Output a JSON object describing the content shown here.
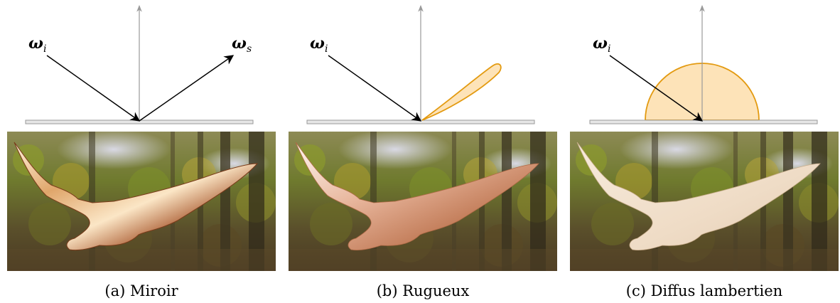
{
  "panels": [
    {
      "caption": "(a) Miroir",
      "incident_label": "ω",
      "incident_sub": "i",
      "scattered_label": "ω",
      "scattered_sub": "s",
      "lobe": "none",
      "surface": "gold-mirror"
    },
    {
      "caption": "(b) Rugueux",
      "incident_label": "ω",
      "incident_sub": "i",
      "lobe": "glossy",
      "surface": "rough-copper"
    },
    {
      "caption": "(c) Diffus lambertien",
      "incident_label": "ω",
      "incident_sub": "i",
      "lobe": "hemisphere",
      "surface": "matte-cream"
    }
  ],
  "colors": {
    "lobe_fill": "#fde3b8",
    "lobe_stroke": "#e39a10",
    "surface_fill": "#e6e6e6",
    "surface_stroke": "#9a9a9a",
    "normal": "#9a9a9a",
    "arrow": "#000000",
    "forest_dark": "#3a3320",
    "forest_green": "#7c8a2e",
    "forest_yellow": "#b9a23a",
    "sky": "#c9c9d6"
  }
}
